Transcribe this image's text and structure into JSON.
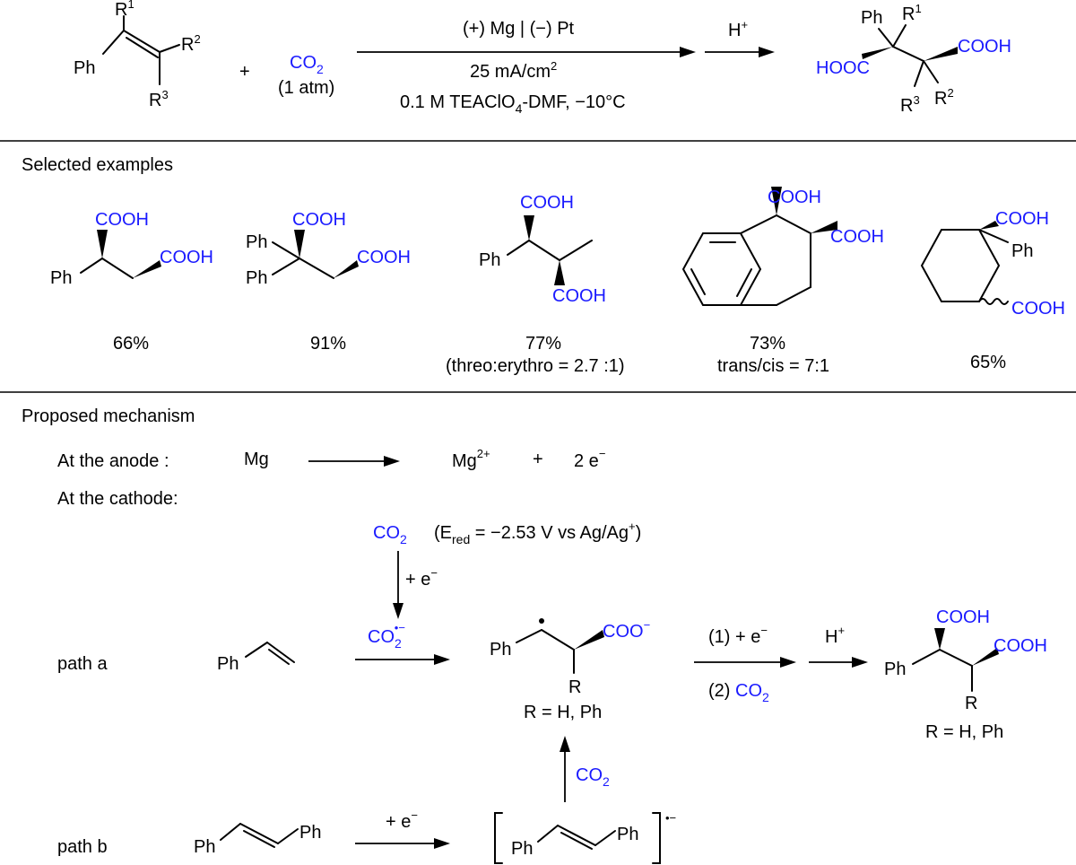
{
  "colors": {
    "co2_blue": "#1a1aff",
    "ink": "#000000"
  },
  "reaction": {
    "substrate": {
      "ph": "Ph",
      "r": "R",
      "r1": "1",
      "r2": "2",
      "r3": "3"
    },
    "plus": "+",
    "co2": {
      "main": "CO",
      "sub": "2",
      "note": "(1 atm)"
    },
    "conditions": {
      "electrodes": "(+) Mg | (−) Pt",
      "current": "25 mA/cm",
      "current_sup": "2",
      "electrolyte_a": "0.1 M TEAClO",
      "electrolyte_sub": "4",
      "electrolyte_b": "-DMF, −10°C"
    },
    "acid": {
      "h": "H",
      "plus": "+"
    },
    "product": {
      "ph": "Ph",
      "r": "R",
      "r1": "1",
      "r2": "2",
      "r3": "3",
      "cooh": "COOH",
      "hooc": "HOOC"
    }
  },
  "examples": {
    "title": "Selected examples",
    "cooh": "COOH",
    "ph": "Ph",
    "yields": [
      "66%",
      "91%",
      "77%",
      "73%",
      "65%"
    ],
    "notes": [
      "(threo:erythro = 2.7 :1)",
      "trans/cis = 7:1"
    ]
  },
  "mechanism": {
    "title": "Proposed mechanism",
    "anode": {
      "label": "At the anode :",
      "mg": "Mg",
      "mg_ion": "Mg",
      "mg_ion_sup": "2+",
      "plus": "+",
      "electrons": "2 e",
      "minus": "−"
    },
    "cathode": {
      "label": "At the cathode:"
    },
    "co2": {
      "main": "CO",
      "sub": "2"
    },
    "potential": {
      "prefix": "(E",
      "sub": "red",
      "value": " = −2.53 V vs Ag/Ag",
      "plus": "+",
      "close": ")"
    },
    "plus_e": "+ e",
    "minus": "−",
    "radical_anion": {
      "main": "CO",
      "sub": "2",
      "sup": "•−"
    },
    "path_a": "path a",
    "path_b": "path b",
    "ph": "Ph",
    "r": "R",
    "coo": "COO",
    "coo_charge": "−",
    "r_def": "R = H, Ph",
    "step1": "(1) + e",
    "step2": "(2) ",
    "cooh": "COOH",
    "h": "H",
    "plus": "+",
    "bracket_charge": "•−"
  }
}
